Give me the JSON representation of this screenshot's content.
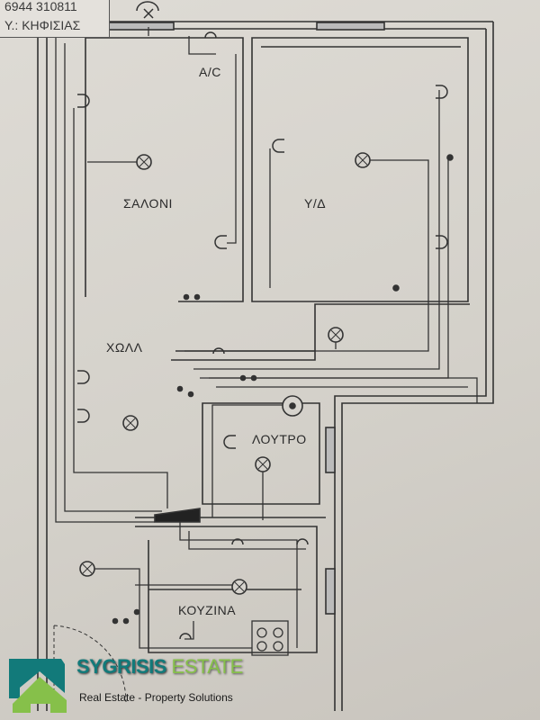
{
  "stamp": {
    "phone": "6944 310811",
    "address": "Υ.: ΚΗΦΙΣΙΑΣ"
  },
  "rooms": {
    "salon": "ΣΑΛΟΝΙ",
    "bedroom": "Υ/Δ",
    "hall": "ΧΩΛΛ",
    "bathroom": "ΛΟΥΤΡΟ",
    "kitchen": "ΚΟΥΖΙΝΑ",
    "ac": "A/C"
  },
  "logo": {
    "name_part1": "SYGRISIS",
    "name_part2": "ESTATE",
    "tagline": "Real Estate - Property Solutions"
  },
  "colors": {
    "brand_teal": "#127a7a",
    "brand_green": "#86c04a",
    "line": "#333333"
  }
}
